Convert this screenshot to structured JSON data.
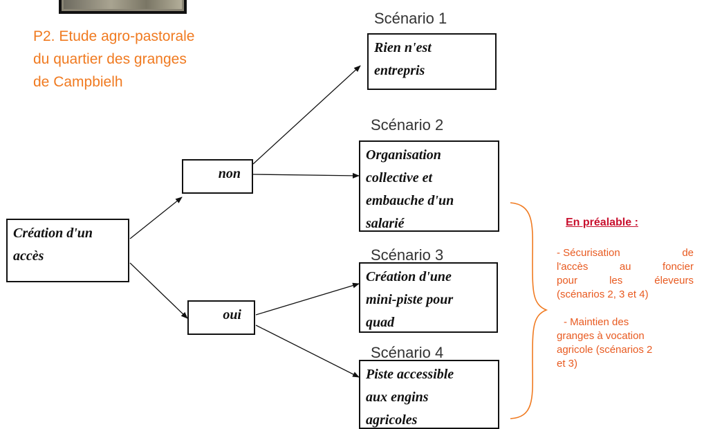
{
  "header": {
    "title_lines": [
      "P2. Etude agro-pastorale",
      "du quartier des granges",
      "de Campbielh"
    ]
  },
  "root": {
    "lines": [
      "Création d'un",
      "accès"
    ]
  },
  "decisions": {
    "no": "non",
    "yes": "oui"
  },
  "scenarios": [
    {
      "label": "Scénario 1",
      "lines": [
        "Rien n'est",
        "entrepris"
      ]
    },
    {
      "label": "Scénario 2",
      "lines": [
        "Organisation",
        "collective et",
        "embauche d'un",
        "salarié"
      ]
    },
    {
      "label": "Scénario 3",
      "lines": [
        "Création d'une",
        "mini-piste pour",
        "quad"
      ]
    },
    {
      "label": "Scénario 4",
      "lines": [
        "Piste accessible",
        "aux engins",
        "agricoles"
      ]
    }
  ],
  "prerequisites": {
    "heading": "En préalable :",
    "item1_lines": [
      [
        "- Sécurisation",
        "de"
      ],
      [
        "l'accès",
        "au",
        "foncier"
      ],
      [
        "pour",
        "les",
        "éleveurs"
      ],
      [
        "(scénarios 2, 3 et 4)"
      ]
    ],
    "item2_lines": [
      "- Maintien des",
      "granges à vocation",
      "agricole (scénarios 2",
      "et 3)"
    ]
  },
  "colors": {
    "title": "#f07a20",
    "heading": "#c8102e",
    "note": "#e85a20",
    "bracket": "#f07a20",
    "box_border": "#111111"
  }
}
